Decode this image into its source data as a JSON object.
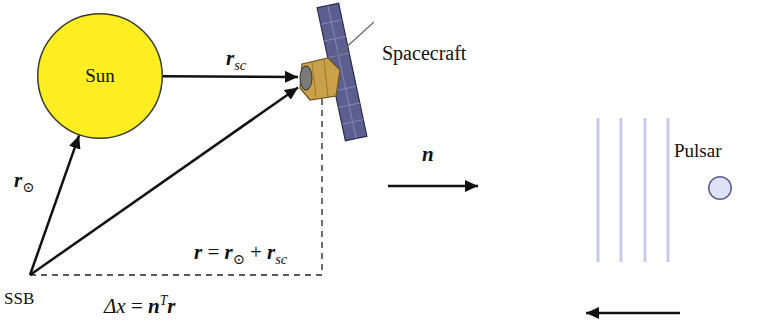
{
  "diagram": {
    "nodes": [
      {
        "text": [
          "Sun"
        ]
      },
      {
        "text": [
          "Spacecraft"
        ]
      },
      {
        "text": [
          "SSB"
        ]
      },
      {
        "text": [
          "Pulsar"
        ]
      }
    ],
    "edges": [
      {
        "from": 2,
        "to": 0,
        "arrow": "to",
        "label": "r⊙"
      },
      {
        "from": 0,
        "to": 1,
        "arrow": "to",
        "label": "rsc"
      },
      {
        "from": 2,
        "to": 1,
        "arrow": "to",
        "label": "r = r⊙ + rsc"
      }
    ],
    "labels": [
      "n",
      "Δx = nTr"
    ]
  }
}
